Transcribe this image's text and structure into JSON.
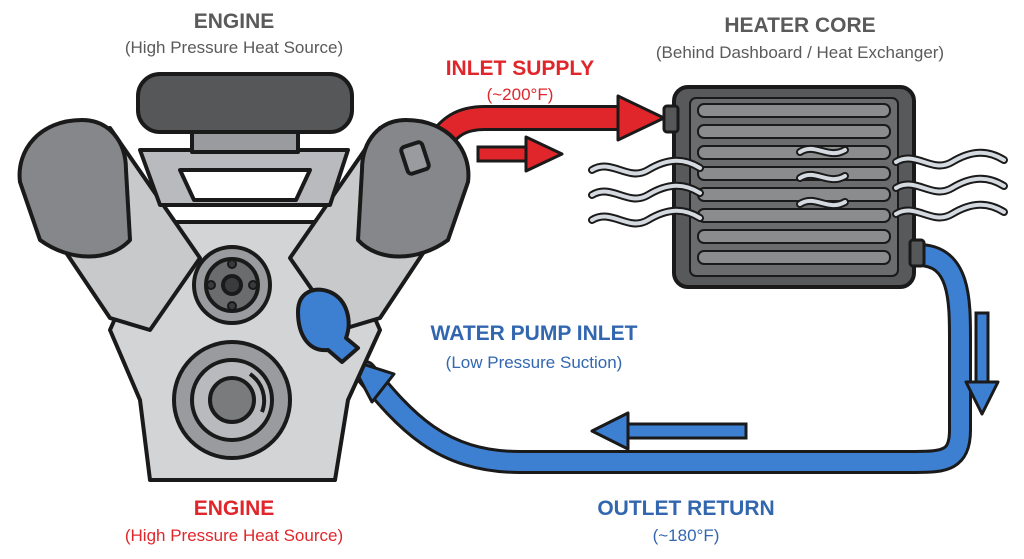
{
  "labels": {
    "engine_top_title": "ENGINE",
    "engine_top_sub": "(High Pressure Heat Source)",
    "heater_title": "HEATER CORE",
    "heater_sub": "(Behind Dashboard / Heat Exchanger)",
    "inlet_title": "INLET SUPPLY",
    "inlet_temp": "(~200°F)",
    "pump_title": "WATER PUMP INLET",
    "pump_sub": "(Low Pressure Suction)",
    "engine_bottom_title": "ENGINE",
    "engine_bottom_sub": "(High Pressure Heat Source)",
    "outlet_title": "OUTLET RETURN",
    "outlet_temp": "(~180°F)"
  },
  "colors": {
    "hot_red": "#e0262b",
    "cool_blue": "#3d7fd0",
    "engine_gray": "#c8c9cb",
    "engine_dark": "#555759",
    "core_dark": "#58595b",
    "outline": "#1a1a1a",
    "air_wave": "#b9c1c8",
    "heading_gray": "#5a5a5a",
    "heading_blue": "#3267b0"
  },
  "icons": {
    "engine": "v-engine-icon",
    "heater_core": "radiator-icon",
    "pump": "water-pump-icon",
    "air": "air-wave-icon"
  }
}
